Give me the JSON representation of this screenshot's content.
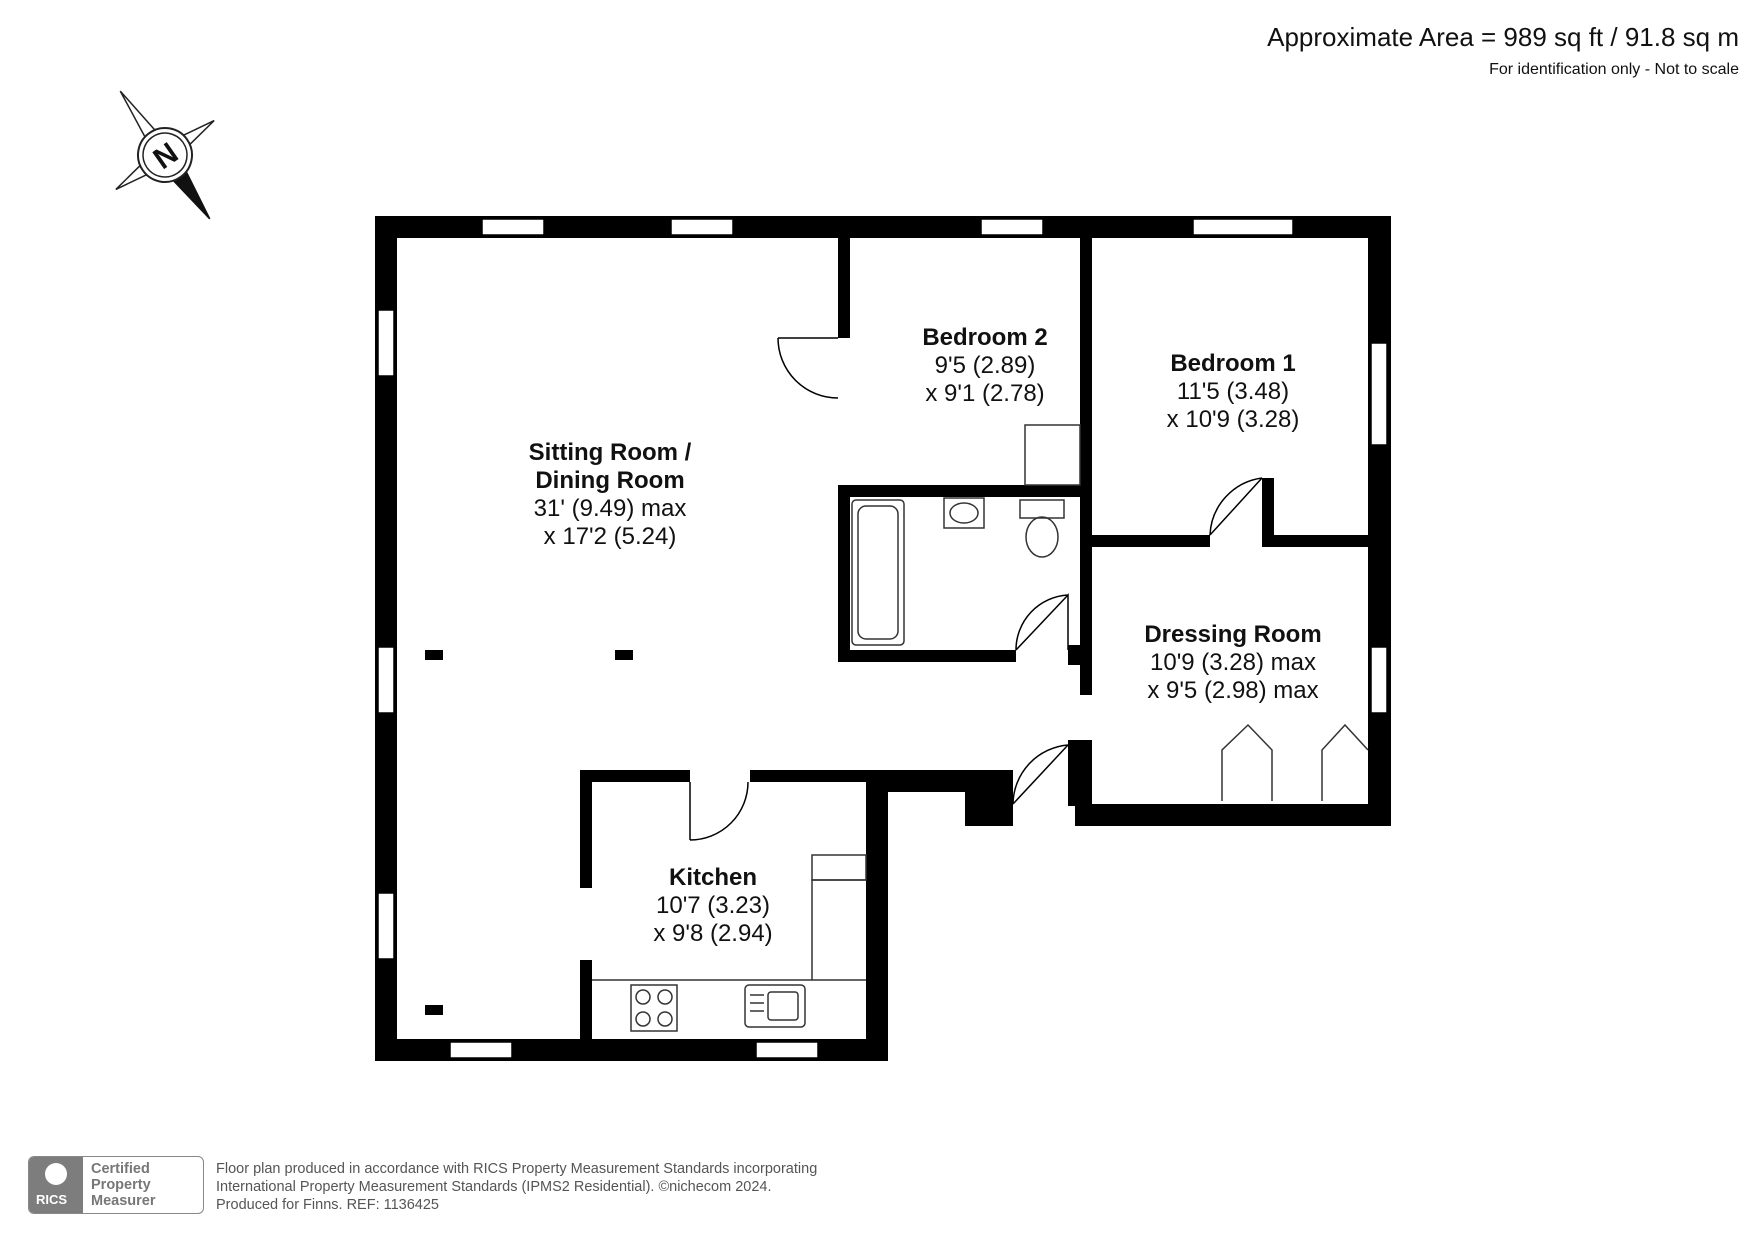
{
  "header": {
    "area": "Approximate Area = 989 sq ft / 91.8 sq m",
    "note": "For identification only - Not to scale"
  },
  "compass": {
    "letter": "N",
    "icon": "compass-north-icon"
  },
  "rooms": {
    "sitting": {
      "name1": "Sitting Room /",
      "name2": "Dining Room",
      "dim1": "31' (9.49) max",
      "dim2": "x 17'2 (5.24)"
    },
    "bedroom2": {
      "name": "Bedroom 2",
      "dim1": "9'5 (2.89)",
      "dim2": "x 9'1 (2.78)"
    },
    "bedroom1": {
      "name": "Bedroom 1",
      "dim1": "11'5 (3.48)",
      "dim2": "x 10'9 (3.28)"
    },
    "dressing": {
      "name": "Dressing Room",
      "dim1": "10'9 (3.28) max",
      "dim2": "x 9'5 (2.98) max"
    },
    "kitchen": {
      "name": "Kitchen",
      "dim1": "10'7 (3.23)",
      "dim2": "x 9'8 (2.94)"
    }
  },
  "badge": {
    "rics": "RICS",
    "line1": "Certified",
    "line2": "Property",
    "line3": "Measurer"
  },
  "footer": {
    "line1": "Floor plan produced in accordance with RICS Property Measurement Standards incorporating",
    "line2": "International Property Measurement Standards (IPMS2 Residential).   ©nichecom 2024.",
    "line3": "Produced for Finns.   REF:  1136425"
  },
  "colors": {
    "wall": "#000000",
    "fixture": "#333333",
    "text": "#111111"
  }
}
